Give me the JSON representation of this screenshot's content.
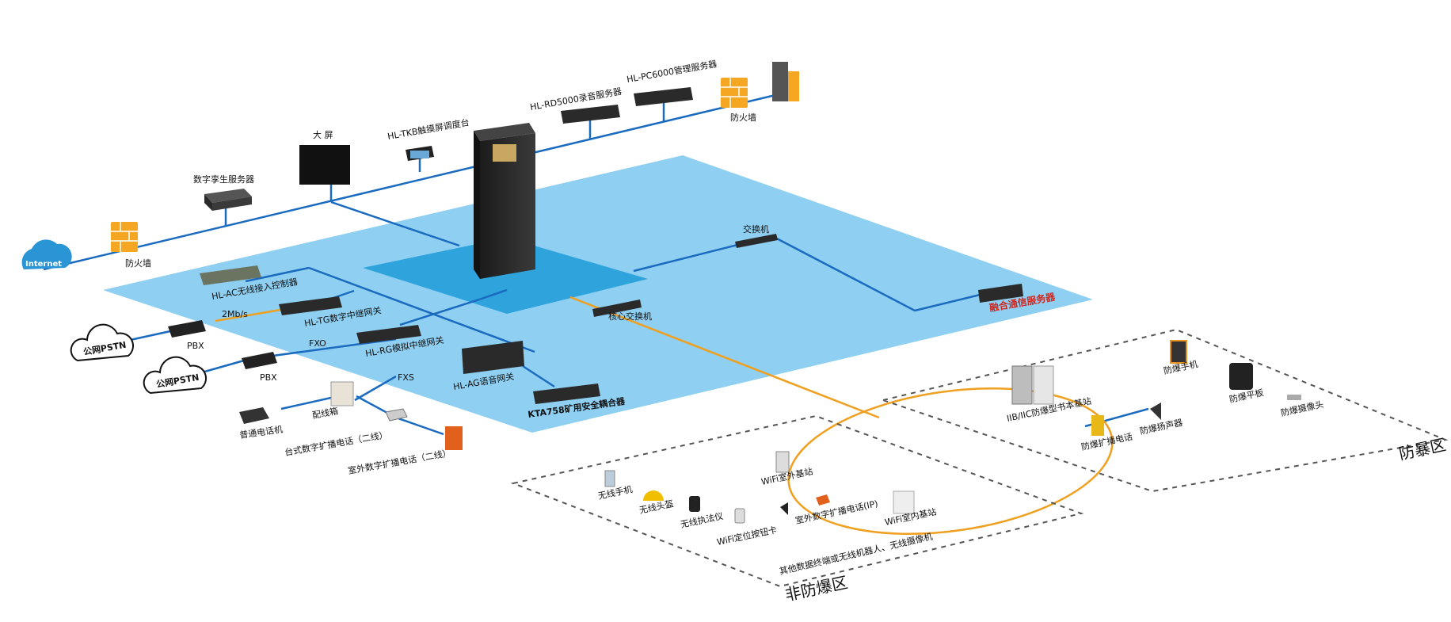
{
  "labels": {
    "internet": "Internet",
    "firewall_left": "防火墙",
    "digital_twin_server": "数字孪生服务器",
    "big_screen": "大 屏",
    "tkb_console": "HL-TKB触摸屏调度台",
    "rd5000": "HL-RD5000录音服务器",
    "pc6000": "HL-PC6000管理服务器",
    "firewall_right": "防火墙",
    "switch": "交换机",
    "core_switch": "核心交换机",
    "fusion_server": "融合通信服务器",
    "ac_controller": "HL-AC无线接入控制器",
    "tg_gateway": "HL-TG数字中继网关",
    "rg_gateway": "HL-RG模拟中继网关",
    "ag_gateway": "HL-AG语音网关",
    "kta758": "KTA758矿用安全耦合器",
    "pstn1": "公网PSTN",
    "pstn2": "公网PSTN",
    "pbx1": "PBX",
    "pbx2": "PBX",
    "link_2mbs": "2Mb/s",
    "link_fxo": "FXO",
    "link_fxs": "FXS",
    "phone": "普通电话机",
    "dist_box": "配线箱",
    "desk_phone": "台式数字扩播电话（二线）",
    "outdoor_phone": "室外数字扩播电话（二线）",
    "ex_base": "IIB/IIC防爆型书本基站",
    "ex_phone": "防爆扩播电话",
    "ex_speaker": "防爆扬声器",
    "ex_handset": "防爆手机",
    "ex_tablet": "防爆平板",
    "ex_camera": "防爆摄像头",
    "wifi_outdoor_base": "WiFi室外基站",
    "wifi_indoor_base": "WiFi室内基站",
    "outdoor_ip_phone": "室外数字扩播电话(IP)",
    "wireless_phone": "无线手机",
    "wireless_helmet": "无线头盔",
    "wireless_recorder": "无线执法仪",
    "wifi_locator": "WiFi定位按钮卡",
    "other_terminals": "其他数据终端或无线机器人、无线摄像机",
    "zone_non_explosion": "非防爆区",
    "zone_explosion": "防暴区"
  },
  "colors": {
    "platform": "#8ecff2",
    "platform_core": "#2ea3dc",
    "ethernet_line": "#1a6bc0",
    "fiber_line": "#f0a020",
    "firewall": "#f5a623",
    "device_dark": "#2a2a2a",
    "fusion_label": "#d0281f"
  }
}
